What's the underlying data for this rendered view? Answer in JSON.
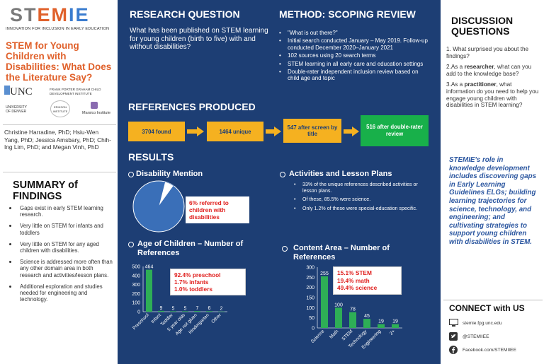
{
  "logo": {
    "text_s": "ST",
    "text_m": "EM",
    "text_ie": "IE",
    "subtitle": "INNOVATION FOR INCLUSION IN EARLY EDUCATION"
  },
  "poster_title": "STEM for Young Children with Disabilities: What Does the Literature Say?",
  "institutions": {
    "unc": "UNC",
    "unc_sub": "FRANK PORTER GRAHAM CHILD DEVELOPMENT INSTITUTE",
    "denver": "UNIVERSITY OF DENVER",
    "erikson": "ERIKSON INSTITUTE",
    "marsico": "Marsico Institute"
  },
  "authors": "Christine Harradine, PhD; Hsiu-Wen Yang, PhD; Jessica Amsbary, PhD; Chih-Ing Lim, PhD; and Megan Vinh, PhD",
  "summary": {
    "heading": "SUMMARY of FINDINGS",
    "items": [
      "Gaps exist in early STEM learning research.",
      "Very little on STEM for infants and toddlers",
      "Very little on STEM for any aged children with disabilities.",
      "Science is addressed more often than any other domain area in both research and activities/lesson plans.",
      "Additional exploration and studies needed for engineering and technology."
    ]
  },
  "research": {
    "heading": "RESEARCH QUESTION",
    "question": "What has been published on STEM learning for young children (birth to five) with and without disabilities?"
  },
  "method": {
    "heading": "METHOD: SCOPING REVIEW",
    "items": [
      "\"What is out there?\"",
      "Initial search conducted January – May 2019.  Follow-up conducted December 2020–January 2021",
      "102 sources using 20 search terms",
      "STEM learning in all early care and education settings",
      "Double-rater independent inclusion review based on child age and topic"
    ]
  },
  "references": {
    "heading": "REFERENCES PRODUCED",
    "flow": [
      "3704 found",
      "1464 unique",
      "547 after screen by title",
      "516 after double-rater review"
    ]
  },
  "results": {
    "heading": "RESULTS",
    "disability": {
      "heading": "Disability Mention",
      "callout": "6% referred to children with disabilities"
    },
    "activities": {
      "heading": "Activities and Lesson Plans",
      "items": [
        "33% of the unique references described activities or lesson plans.",
        "Of these, 85.5% were science.",
        "Only 1.2% of these were special-education specific."
      ]
    },
    "age": {
      "heading": "Age of Children – Number of References",
      "callout": [
        "92.4% preschool",
        "1.7% infants",
        "1.0% toddlers"
      ]
    },
    "content": {
      "heading": "Content Area – Number of References",
      "callout": [
        "15.1% STEM",
        "19.4% math",
        "49.4% science"
      ]
    }
  },
  "chart_data": [
    {
      "type": "pie",
      "labels": [
        "referred to children with disabilities",
        "other"
      ],
      "values": [
        6,
        94
      ],
      "colors": [
        "#3a6fb8",
        "#ffffff"
      ]
    },
    {
      "type": "bar",
      "categories": [
        "Preschool",
        "Infant",
        "Toddler",
        "5 year olds",
        "Age not given",
        "Kindergarten",
        "Other"
      ],
      "values": [
        464,
        9,
        5,
        5,
        7,
        6,
        2
      ],
      "ylim": [
        0,
        500
      ],
      "yticks": [
        0,
        100,
        200,
        300,
        400,
        500
      ],
      "color": "#2eae56"
    },
    {
      "type": "bar",
      "categories": [
        "Science",
        "Math",
        "STEM",
        "Technology",
        "Engineering",
        "2+"
      ],
      "values": [
        255,
        100,
        78,
        45,
        19,
        19
      ],
      "ylim": [
        0,
        300
      ],
      "yticks": [
        0,
        50,
        100,
        150,
        200,
        250,
        300
      ],
      "color": "#2eae56"
    }
  ],
  "discussion": {
    "heading": "DISCUSSION QUESTIONS",
    "q1": "What surprised you about the findings?",
    "q2_pre": "As a ",
    "q2_bold": "researcher",
    "q2_post": ", what can you add to the knowledge base?",
    "q3_pre": "As a ",
    "q3_bold": "practitioner",
    "q3_post": ", what information do you need to help you engage young children with disabilities in STEM learning?",
    "n1": "1.",
    "n2": "2.",
    "n3": "3."
  },
  "stemie_role": "STEMIE's role in knowledge development includes discovering gaps in Early Learning Guidelines ELGs; building learning trajectories for science, technology, and engineering; and cultivating strategies to support young children with disabilities in STEM.",
  "connect": {
    "heading": "CONNECT with US",
    "web": "stemie.fpg.unc.edu",
    "twitter": "@STEMIIEE",
    "facebook": "Facebook.com/STEMIIEE"
  },
  "colors": {
    "navy": "#1d3e74",
    "orange": "#e0612b",
    "yellow": "#f5b120",
    "green": "#18b04a",
    "red": "#e0211f",
    "blue": "#2c57a0"
  }
}
